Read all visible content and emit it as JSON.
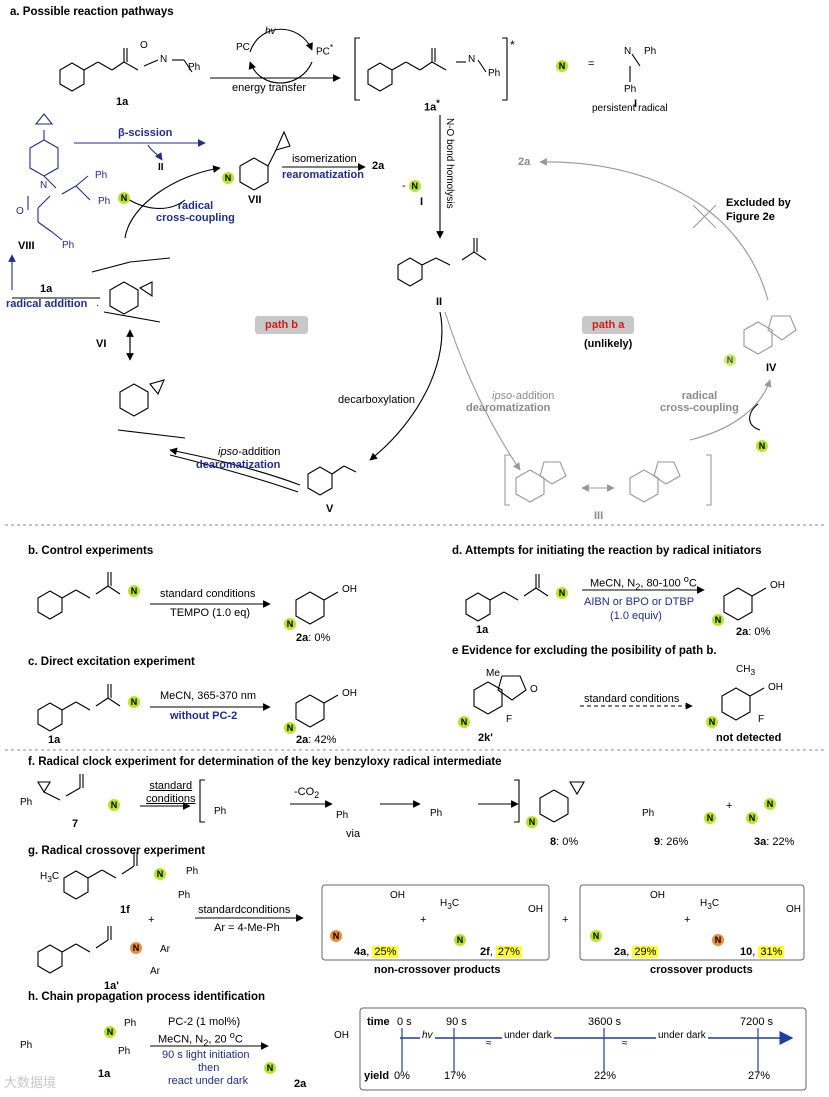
{
  "sections": {
    "a": "a. Possible reaction pathways",
    "b": "b. Control experiments",
    "c": "c. Direct excitation experiment",
    "d": "d. Attempts for initiating the reaction by radical initiators",
    "e": "e Evidence for excluding the posibility of path b.",
    "f": "f. Radical clock experiment for determination of the key benzyloxy radical intermediate",
    "g": "g. Radical crossover experiment",
    "h": "h. Chain propagation process identification"
  },
  "panel_a": {
    "hv": "hv",
    "pc": "PC",
    "pc_star": "PC",
    "star": "*",
    "energy_transfer": "energy transfer",
    "label_1a": "1a",
    "label_1a_star": "1a",
    "persistent_eq": "=",
    "persistent_label": "I",
    "persistent_text": "persistent radical",
    "beta_scission": "β-scission",
    "label_II_small": "II",
    "isomerization": "isomerization",
    "rearomatization": "rearomatization",
    "label_2a": "2a",
    "label_VII": "VII",
    "radical_cc": "radical\ncross-coupling",
    "label_VIII": "VIII",
    "minus": "-",
    "label_I": "I",
    "no_homolysis": "N-O bond homolysis",
    "label_II": "II",
    "gray_2a": "2a",
    "excluded": "Excluded by\nFigure 2e",
    "label_1a_b": "1a",
    "radical_addition": "radical addition",
    "path_b": "path b",
    "path_a": "path a",
    "unlikely": "(unlikely)",
    "label_VI": "VI",
    "decarboxylation": "decarboxylation",
    "ipso_gray_1": "ipso",
    "ipso_gray_2": "-addition",
    "dearom_gray": "dearomatization",
    "radical_cc_gray": "radical\ncross-coupling",
    "label_IV": "IV",
    "ipso_black_1": "ipso",
    "ipso_black_2": "-addition",
    "dearom_blue": "dearomatization",
    "label_V": "V",
    "label_III": "III"
  },
  "panel_b": {
    "conditions": "standard conditions",
    "reagent": "TEMPO (1.0 eq)",
    "product": "2a",
    "yield": ": 0%"
  },
  "panel_c": {
    "conditions": "MeCN, 365-370 nm",
    "reagent": "without PC-2",
    "substrate": "1a",
    "product": "2a",
    "yield": ": 42%"
  },
  "panel_d": {
    "conditions": "MeCN, N",
    "conditions_sub": "2",
    "conditions_end": ", 80-100",
    "deg": "o",
    "c": "C",
    "reagent": "AIBN or BPO or DTBP",
    "equiv": "(1.0 equiv)",
    "substrate": "1a",
    "product": "2a",
    "yield": ": 0%"
  },
  "panel_e": {
    "me": "Me",
    "f": "F",
    "o": "O",
    "ch3": "CH",
    "ch3_sub": "3",
    "oh": "OH",
    "conditions": "standard conditions",
    "substrate": "2k'",
    "result": "not detected"
  },
  "panel_f": {
    "conditions": "standard\nconditions",
    "minus_co2": "-CO",
    "co2_sub": "2",
    "via": "via",
    "ph": "Ph",
    "label_7": "7",
    "label_8": "8",
    "yield_8": ": 0%",
    "label_9": "9",
    "yield_9": ": 26%",
    "plus": "+",
    "label_3a": "3a",
    "yield_3a": ": 22%"
  },
  "panel_g": {
    "h3c": "H",
    "h3c_sub": "3",
    "h3c_end": "C",
    "label_1f": "1f",
    "label_1a_prime": "1a'",
    "ar": "Ar",
    "plus": "+",
    "conditions": "standardconditions",
    "ar_def": "Ar = 4-Me-Ph",
    "p4a": "4a",
    "y4a": "25%",
    "p2f": "2f",
    "y2f": "27%",
    "p2a": "2a",
    "y2a": "29%",
    "p10": "10",
    "y10": "31%",
    "oh": "OH",
    "non_crossover": "non-crossover products",
    "crossover": "crossover products"
  },
  "panel_h": {
    "cond1": "PC-2 (1 mol%)",
    "cond2": "MeCN, N",
    "cond2_sub": "2",
    "cond2_end": ", 20",
    "cond2_deg": "o",
    "cond2_c": "C",
    "cond3": "90 s light initiation",
    "cond4": "then",
    "cond5": "react under dark",
    "substrate": "1a",
    "product": "2a",
    "oh": "OH",
    "ph": "Ph",
    "timeline": {
      "time_label": "time",
      "yield_label": "yield",
      "times": [
        "0 s",
        "90 s",
        "3600 s",
        "7200 s"
      ],
      "yields": [
        "0%",
        "17%",
        "22%",
        "27%"
      ],
      "seg1": "hv",
      "seg2": "under dark",
      "seg3": "under dark"
    }
  },
  "watermark": "大数据境",
  "colors": {
    "n_radical": "#b6e62b",
    "n_radical_orange": "#f08a3a",
    "blue_text": "#1f2d8f",
    "red_text": "#d21c1c",
    "highlight": "#ffff33",
    "timeline_arrow": "#1f2d8f"
  }
}
